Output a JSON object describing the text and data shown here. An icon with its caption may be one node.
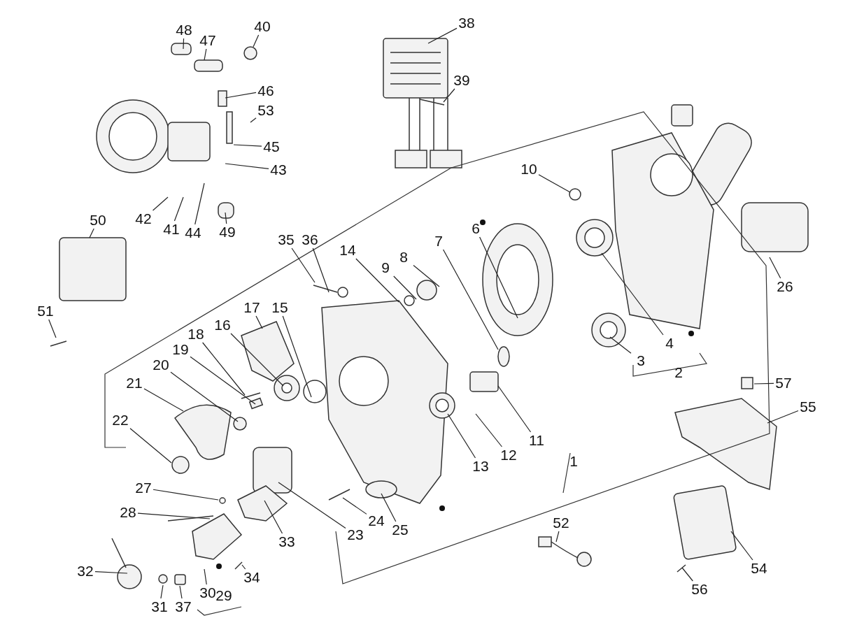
{
  "diagram": {
    "nodes": [
      {
        "text": [
          "48"
        ]
      },
      {
        "text": [
          "47"
        ]
      },
      {
        "text": [
          "40"
        ]
      },
      {
        "text": [
          "38"
        ]
      },
      {
        "text": [
          "39"
        ]
      },
      {
        "text": [
          "46"
        ]
      },
      {
        "text": [
          "53"
        ]
      },
      {
        "text": [
          "45"
        ]
      },
      {
        "text": [
          "43"
        ]
      },
      {
        "text": [
          "50"
        ]
      },
      {
        "text": [
          "42"
        ]
      },
      {
        "text": [
          "41"
        ]
      },
      {
        "text": [
          "44"
        ]
      },
      {
        "text": [
          "49"
        ]
      },
      {
        "text": [
          "10"
        ]
      },
      {
        "text": [
          "6"
        ]
      },
      {
        "text": [
          "7"
        ]
      },
      {
        "text": [
          "8"
        ]
      },
      {
        "text": [
          "9"
        ]
      },
      {
        "text": [
          "14"
        ]
      },
      {
        "text": [
          "36"
        ]
      },
      {
        "text": [
          "35"
        ]
      },
      {
        "text": [
          "26"
        ]
      },
      {
        "text": [
          "15"
        ]
      },
      {
        "text": [
          "17"
        ]
      },
      {
        "text": [
          "18"
        ]
      },
      {
        "text": [
          "16"
        ]
      },
      {
        "text": [
          "51"
        ]
      },
      {
        "text": [
          "3"
        ]
      },
      {
        "text": [
          "4"
        ]
      },
      {
        "text": [
          "19"
        ]
      },
      {
        "text": [
          "20"
        ]
      },
      {
        "text": [
          "21"
        ]
      },
      {
        "text": [
          "57"
        ]
      },
      {
        "text": [
          "55"
        ]
      },
      {
        "text": [
          "22"
        ]
      },
      {
        "text": [
          "11"
        ]
      },
      {
        "text": [
          "12"
        ]
      },
      {
        "text": [
          "13"
        ]
      },
      {
        "text": [
          "27"
        ]
      },
      {
        "text": [
          "28"
        ]
      },
      {
        "text": [
          "33"
        ]
      },
      {
        "text": [
          "52"
        ]
      },
      {
        "text": [
          "23"
        ]
      },
      {
        "text": [
          "24"
        ]
      },
      {
        "text": [
          "25"
        ]
      },
      {
        "text": [
          "32"
        ]
      },
      {
        "text": [
          "34"
        ]
      },
      {
        "text": [
          "54"
        ]
      },
      {
        "text": [
          "30"
        ]
      },
      {
        "text": [
          "56"
        ]
      },
      {
        "text": [
          "31"
        ]
      },
      {
        "text": [
          "37"
        ]
      }
    ],
    "edges": [
      {
        "from": 0,
        "to": null,
        "arrow": "none"
      },
      {
        "from": 1,
        "to": null,
        "arrow": "none"
      },
      {
        "from": 2,
        "to": null,
        "arrow": "none"
      },
      {
        "from": 3,
        "to": null,
        "arrow": "none"
      },
      {
        "from": 4,
        "to": null,
        "arrow": "none"
      },
      {
        "from": 5,
        "to": null,
        "arrow": "none"
      },
      {
        "from": 6,
        "to": null,
        "arrow": "none"
      },
      {
        "from": 7,
        "to": null,
        "arrow": "none"
      },
      {
        "from": 8,
        "to": null,
        "arrow": "none"
      },
      {
        "from": 9,
        "to": null,
        "arrow": "none"
      },
      {
        "from": 10,
        "to": null,
        "arrow": "none"
      },
      {
        "from": 11,
        "to": null,
        "arrow": "none"
      },
      {
        "from": 12,
        "to": null,
        "arrow": "none"
      },
      {
        "from": 13,
        "to": null,
        "arrow": "none"
      },
      {
        "from": 14,
        "to": null,
        "arrow": "none"
      },
      {
        "from": 15,
        "to": null,
        "arrow": "none"
      },
      {
        "from": 16,
        "to": null,
        "arrow": "none"
      },
      {
        "from": 17,
        "to": null,
        "arrow": "none"
      },
      {
        "from": 18,
        "to": null,
        "arrow": "none"
      },
      {
        "from": 19,
        "to": null,
        "arrow": "none"
      },
      {
        "from": 20,
        "to": null,
        "arrow": "none"
      },
      {
        "from": 21,
        "to": null,
        "arrow": "none"
      },
      {
        "from": 22,
        "to": null,
        "arrow": "none"
      },
      {
        "from": 23,
        "to": null,
        "arrow": "none"
      },
      {
        "from": 24,
        "to": null,
        "arrow": "none"
      },
      {
        "from": 25,
        "to": null,
        "arrow": "none"
      },
      {
        "from": 26,
        "to": null,
        "arrow": "none"
      },
      {
        "from": 27,
        "to": null,
        "arrow": "none"
      },
      {
        "from": 28,
        "to": null,
        "arrow": "none"
      },
      {
        "from": 29,
        "to": null,
        "arrow": "none"
      },
      {
        "from": 30,
        "to": null,
        "arrow": "none"
      },
      {
        "from": 31,
        "to": null,
        "arrow": "none"
      },
      {
        "from": 32,
        "to": null,
        "arrow": "none"
      },
      {
        "from": 33,
        "to": null,
        "arrow": "none"
      },
      {
        "from": 34,
        "to": null,
        "arrow": "none"
      },
      {
        "from": 35,
        "to": null,
        "arrow": "none"
      },
      {
        "from": 36,
        "to": null,
        "arrow": "none"
      },
      {
        "from": 37,
        "to": null,
        "arrow": "none"
      },
      {
        "from": 38,
        "to": null,
        "arrow": "none"
      },
      {
        "from": 39,
        "to": null,
        "arrow": "none"
      },
      {
        "from": 40,
        "to": null,
        "arrow": "none"
      },
      {
        "from": 41,
        "to": null,
        "arrow": "none"
      },
      {
        "from": 42,
        "to": null,
        "arrow": "none"
      },
      {
        "from": 43,
        "to": null,
        "arrow": "none"
      },
      {
        "from": 44,
        "to": null,
        "arrow": "none"
      },
      {
        "from": 45,
        "to": null,
        "arrow": "none"
      },
      {
        "from": 46,
        "to": null,
        "arrow": "none"
      },
      {
        "from": 47,
        "to": null,
        "arrow": "none"
      },
      {
        "from": 48,
        "to": null,
        "arrow": "none"
      },
      {
        "from": 49,
        "to": null,
        "arrow": "none"
      },
      {
        "from": 50,
        "to": null,
        "arrow": "none"
      },
      {
        "from": 51,
        "to": null,
        "arrow": "none"
      },
      {
        "from": 52,
        "to": null,
        "arrow": "none"
      }
    ],
    "labels": [
      "1",
      "2",
      "29"
    ]
  }
}
